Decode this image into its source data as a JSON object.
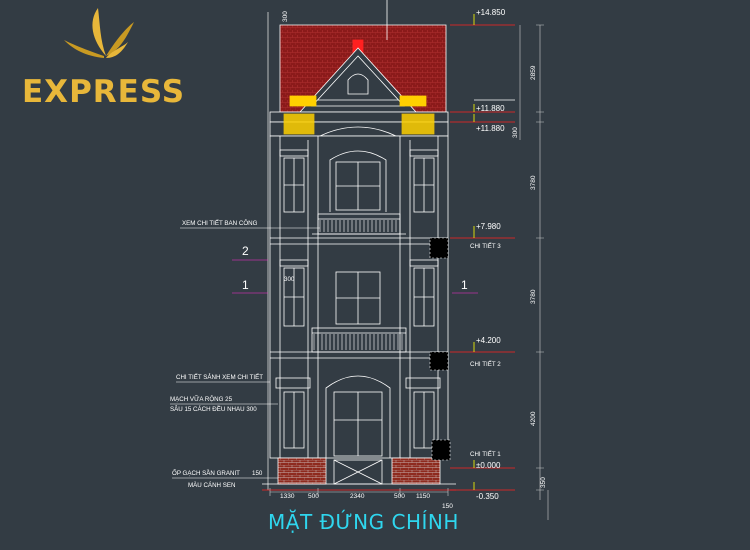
{
  "logo": {
    "text": "EXPRESS",
    "color": "#e8b73a",
    "icon": "butterfly-logo-icon"
  },
  "title": "MẶT ĐỨNG CHÍNH",
  "title_color": "#2fd6ee",
  "colors": {
    "background": "#333c44",
    "roof": "#8b1a1a",
    "lines": "#ffffff",
    "dim_lines": "#c9c9c9",
    "level_marker": "#ffff00",
    "brick": "#8e2a1e",
    "accent_red": "#ff2020"
  },
  "elevations": [
    "+14.850",
    "+11.880",
    "+11.880",
    "+7.980",
    "+4.200",
    "±0.000",
    "-0.350"
  ],
  "vertical_dims": [
    "300",
    "2859",
    "300",
    "3780",
    "3780",
    "4200",
    "350"
  ],
  "horizontal_dims": [
    "1330",
    "500",
    "2340",
    "500",
    "1150",
    "150"
  ],
  "left_notes": [
    "XEM CHI TIẾT BAN CÔNG",
    "CHI TIẾT SẢNH XEM CHI TIẾT",
    "MẠCH VỮA RỘNG 25",
    "SÂU 15 CÁCH ĐỀU NHAU 300",
    "ỐP GẠCH SẦN GRANIT",
    "MÀU CÁNH SEN",
    "150"
  ],
  "right_notes": [
    "CHI TIẾT 3",
    "CHI TIẾT 2",
    "CHI TIẾT 1"
  ],
  "axis_marks": [
    "2",
    "1",
    "1"
  ],
  "small_dim": "300"
}
